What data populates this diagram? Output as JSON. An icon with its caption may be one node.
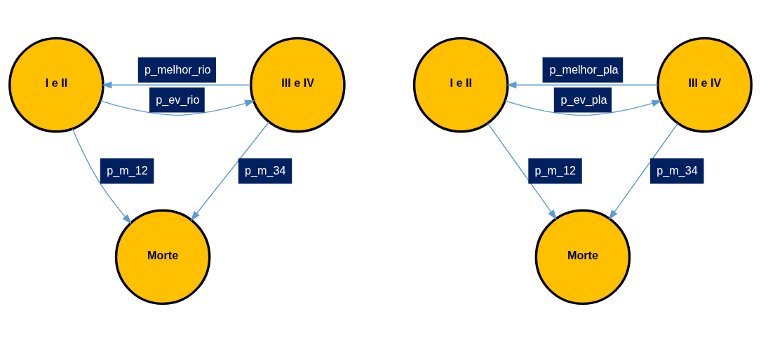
{
  "diagram": {
    "nodes": [
      {
        "text": [
          "I e II"
        ]
      },
      {
        "text": [
          "III e IV"
        ]
      },
      {
        "text": [
          "Morte"
        ]
      },
      {
        "text": [
          "I e II"
        ]
      },
      {
        "text": [
          "III e IV"
        ]
      },
      {
        "text": [
          "Morte"
        ]
      }
    ],
    "edges": [
      {
        "from": 0,
        "to": 1,
        "arrow": "to",
        "label": "p_ev_rio"
      },
      {
        "from": 1,
        "to": 0,
        "arrow": "to",
        "label": "p_melhor_rio"
      },
      {
        "from": 0,
        "to": 2,
        "arrow": "to",
        "label": "p_m_12"
      },
      {
        "from": 1,
        "to": 2,
        "arrow": "to",
        "label": "p_m_34"
      },
      {
        "from": 3,
        "to": 4,
        "arrow": "to",
        "label": "p_ev_pla"
      },
      {
        "from": 4,
        "to": 3,
        "arrow": "to",
        "label": "p_melhor_pla"
      },
      {
        "from": 3,
        "to": 5,
        "arrow": "to",
        "label": "p_m_12"
      },
      {
        "from": 4,
        "to": 5,
        "arrow": "to",
        "label": "p_m_34"
      }
    ]
  }
}
